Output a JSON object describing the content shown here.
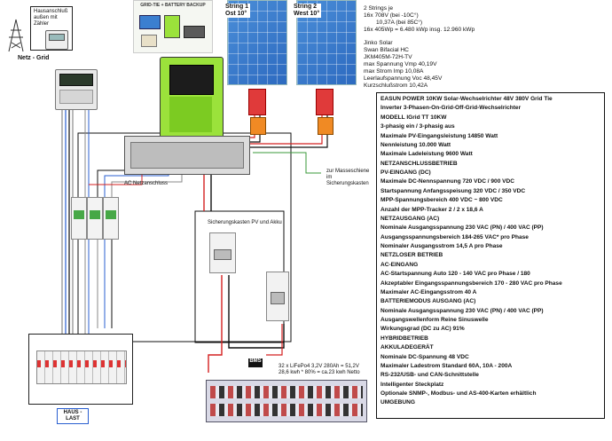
{
  "strings": {
    "string1_label": "String 1",
    "string1_orientation": "Ost 10°",
    "string2_label": "String 2",
    "string2_orientation": "West 10°"
  },
  "string_info": {
    "line1": "2 Strings je",
    "line2": "16x 708V (bei -10C°)",
    "line3": "10,37A (bei 85C°)",
    "line4": "16x 405Wp = 6.480 kWp   insg. 12.960 kWp"
  },
  "solar_info": {
    "line1": "Jinko Solar",
    "line2": "Swan Bifacial HC",
    "line3": "JKM405M-72H-TV",
    "line4": "max Spannung Vmp 40,19V",
    "line5": "max Strom Imp 10,08A",
    "line6": "Leerlaufspannung Voc 48,45V",
    "line7": "Kurzschlußstrom 10,42A"
  },
  "meter": {
    "caption_line1": "Hausanschluß",
    "caption_line2": "außen mit",
    "caption_line3": "Zähler",
    "grid_label": "Netz - Grid"
  },
  "banner": {
    "title": "GRID-TIE + BATTERY BACKUP"
  },
  "labels": {
    "ac_netzanschluss": "AC Netzanschluss",
    "masseschiene_line1": "zur Masseschiene",
    "masseschiene_line2": "im",
    "masseschiene_line3": "Sicherungskasten",
    "sicherungskasten": "Sicherungskasten PV und Akku",
    "battery_spec_line1": "32 x LiFePo4  3,2V 280Ah = 51,2V",
    "battery_spec_line2": "28,6 kwh * 80% = ca.23 kwh Netto",
    "haus_last": "HAUS - LAST",
    "bms_label": "BMS"
  },
  "spec_panel": [
    "EASUN POWER 10KW Solar-Wechselrichter 48V 380V Grid Tie",
    "Inverter 3-Phasen-On-Grid-Off-Grid-Wechselrichter",
    "MODELL IGrid TT 10KW",
    "3-phasig ein / 3-phasig aus",
    "Maximale PV-Eingangsleistung 14850 Watt",
    "Nennleistung 10.000 Watt",
    "Maximale Ladeleistung 9600 Watt",
    "NETZANSCHLUSSBETRIEB",
    "PV-EINGANG (DC)",
    "Maximale DC-Nennspannung 720 VDC / 900 VDC",
    "Startspannung Anfangsspeisung 320 VDC / 350 VDC",
    "MPP-Spannungsbereich 400 VDC ~ 800 VDC",
    "Anzahl der MPP-Tracker 2 / 2 x 18,6 A",
    "NETZAUSGANG (AC)",
    "Nominale Ausgangsspannung 230 VAC (PN) / 400 VAC (PP)",
    "Ausgangsspannungsbereich 184-265 VAC* pro Phase",
    "Nominaler Ausgangsstrom 14,5 A pro Phase",
    "NETZLOSER BETRIEB",
    "AC-EINGANG",
    "AC-Startspannung Auto 120 - 140 VAC pro Phase / 180",
    "Akzeptabler Eingangsspannungsbereich 170 - 280 VAC pro Phase",
    "Maximaler AC-Eingangsstrom 40 A",
    "BATTERIEMODUS AUSGANG (AC)",
    "Nominale Ausgangsspannung 230 VAC (PN) / 400 VAC (PP)",
    "Ausgangswellenform Reine Sinuswelle",
    "Wirkungsgrad (DC zu AC) 91%",
    "HYBRIDBETRIEB",
    "AKKULADEGERÄT",
    "Nominale DC-Spannung 48 VDC",
    "Maximaler Ladestrom Standard 60A, 10A - 200A",
    "RS-232/USB- und CAN-Schnittstelle",
    "Intelligenter Steckplatz",
    "Optionale SNMP-, Modbus- und AS-400-Karten erhältlich",
    "UMGEBUNG"
  ],
  "colors": {
    "inverter_green": "#9be23b",
    "panel_blue": "#3b7fd0",
    "breaker_red": "#e03a3a",
    "wire_red": "#d42020",
    "wire_blue": "#2a5fd0",
    "wire_black": "#111111"
  }
}
